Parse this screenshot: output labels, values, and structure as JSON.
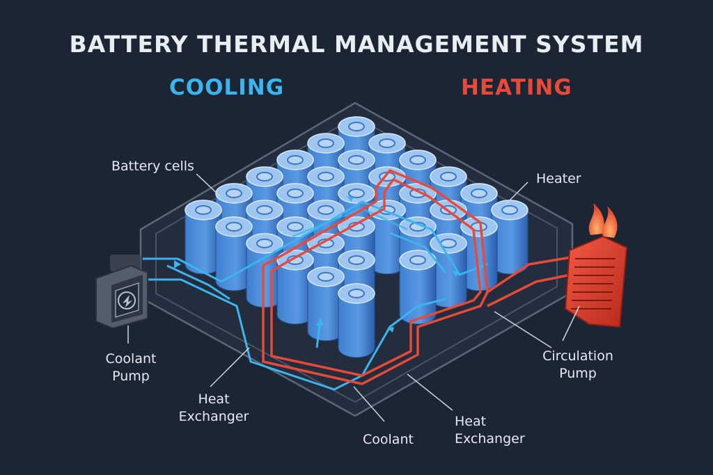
{
  "title": "BATTERY THERMAL MANAGEMENT SYSTEM",
  "modes": {
    "cooling": "COOLING",
    "heating": "HEATING"
  },
  "labels": {
    "battery_cells": "Battery cells",
    "heater": "Heater",
    "coolant_pump": [
      "Coolant",
      "Pump"
    ],
    "heat_exchanger_left": [
      "Heat",
      "Exchanger"
    ],
    "coolant": "Coolant",
    "heat_exchanger_right": [
      "Heat",
      "Exchanger"
    ],
    "circulation_pump": [
      "Circulation",
      "Pump"
    ]
  },
  "colors": {
    "background": "#1c2533",
    "cooling": "#3cb4ee",
    "heating": "#e84a3a",
    "cell": "#4f8fd6",
    "tray": "#6b7584"
  },
  "icons": {
    "coolant_pump": "pump-icon",
    "heater": "flame-heater-icon"
  }
}
